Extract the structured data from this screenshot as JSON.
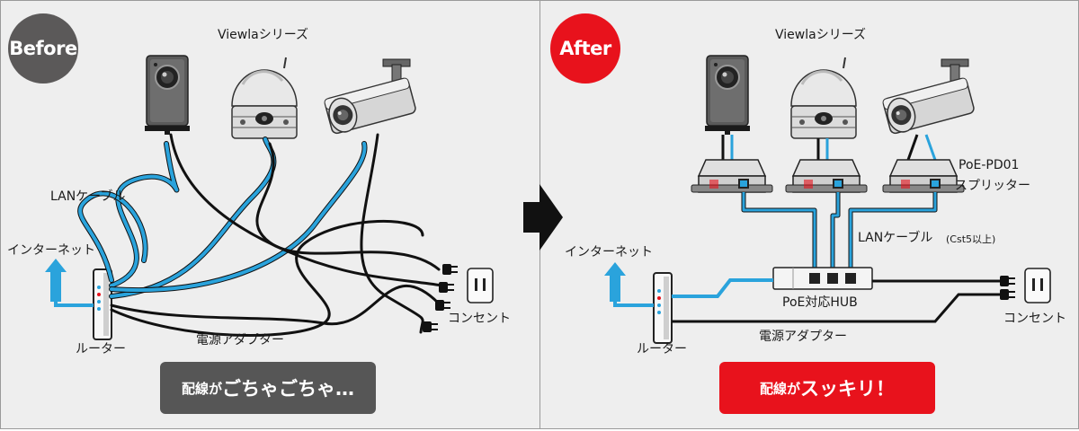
{
  "before": {
    "badge": "Before",
    "title": "Viewlaシリーズ",
    "lan_label": "LANケーブル",
    "internet_label": "インターネット",
    "router_label": "ルーター",
    "adapter_label": "電源アダプター",
    "outlet_label": "コンセント",
    "banner_prefix": "配線が",
    "banner_main": "ごちゃごちゃ…"
  },
  "after": {
    "badge": "After",
    "title": "Viewlaシリーズ",
    "splitter_label_1": "PoE-PD01",
    "splitter_label_2": "スプリッター",
    "lan_label": "LANケーブル",
    "lan_note": "(Cst5以上)",
    "internet_label": "インターネット",
    "hub_label": "PoE対応HUB",
    "router_label": "ルーター",
    "adapter_label": "電源アダプター",
    "outlet_label": "コンセント",
    "banner_prefix": "配線が",
    "banner_main": "スッキリ！"
  },
  "colors": {
    "cable_blue": "#2aa3dc",
    "cable_black": "#111111",
    "before_badge": "#5b5959",
    "after_badge": "#e8121c",
    "arrow": "#111111"
  },
  "icons": [
    "box-camera-icon",
    "dome-camera-icon",
    "bullet-camera-icon",
    "router-icon",
    "outlet-icon",
    "splitter-icon",
    "poe-hub-icon",
    "upload-arrow-icon",
    "next-arrow-icon"
  ]
}
